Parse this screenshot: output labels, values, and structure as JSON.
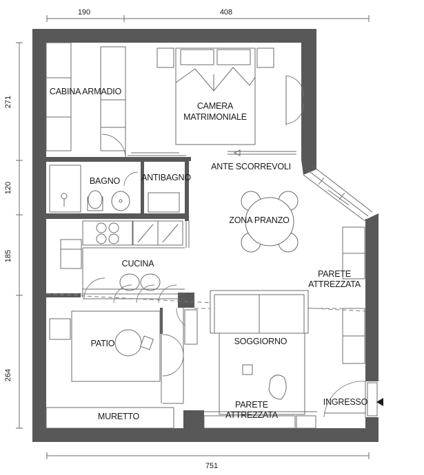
{
  "dimensions": {
    "top_left": "190",
    "top_right": "408",
    "bottom": "751",
    "left": [
      "271",
      "120",
      "185",
      "264"
    ]
  },
  "rooms": {
    "cabina_armadio": "CABINA ARMADIO",
    "camera_line1": "CAMERA",
    "camera_line2": "MATRIMONIALE",
    "ante_scorrevoli": "ANTE SCORREVOLI",
    "bagno": "BAGNO",
    "antibagno": "ANTIBAGNO",
    "zona_pranzo": "ZONA PRANZO",
    "cucina": "CUCINA",
    "parete_attrezzata_right_line1": "PARETE",
    "parete_attrezzata_right_line2": "ATTREZZATA",
    "patio": "PATIO",
    "soggiorno": "SOGGIORNO",
    "ingresso": "INGRESSO",
    "parete_attrezzata_bottom_line1": "PARETE",
    "parete_attrezzata_bottom_line2": "ATTREZZATA",
    "muretto": "MURETTO"
  },
  "colors": {
    "wall": "#585858",
    "line": "#6a6a6a",
    "background": "#ffffff"
  }
}
